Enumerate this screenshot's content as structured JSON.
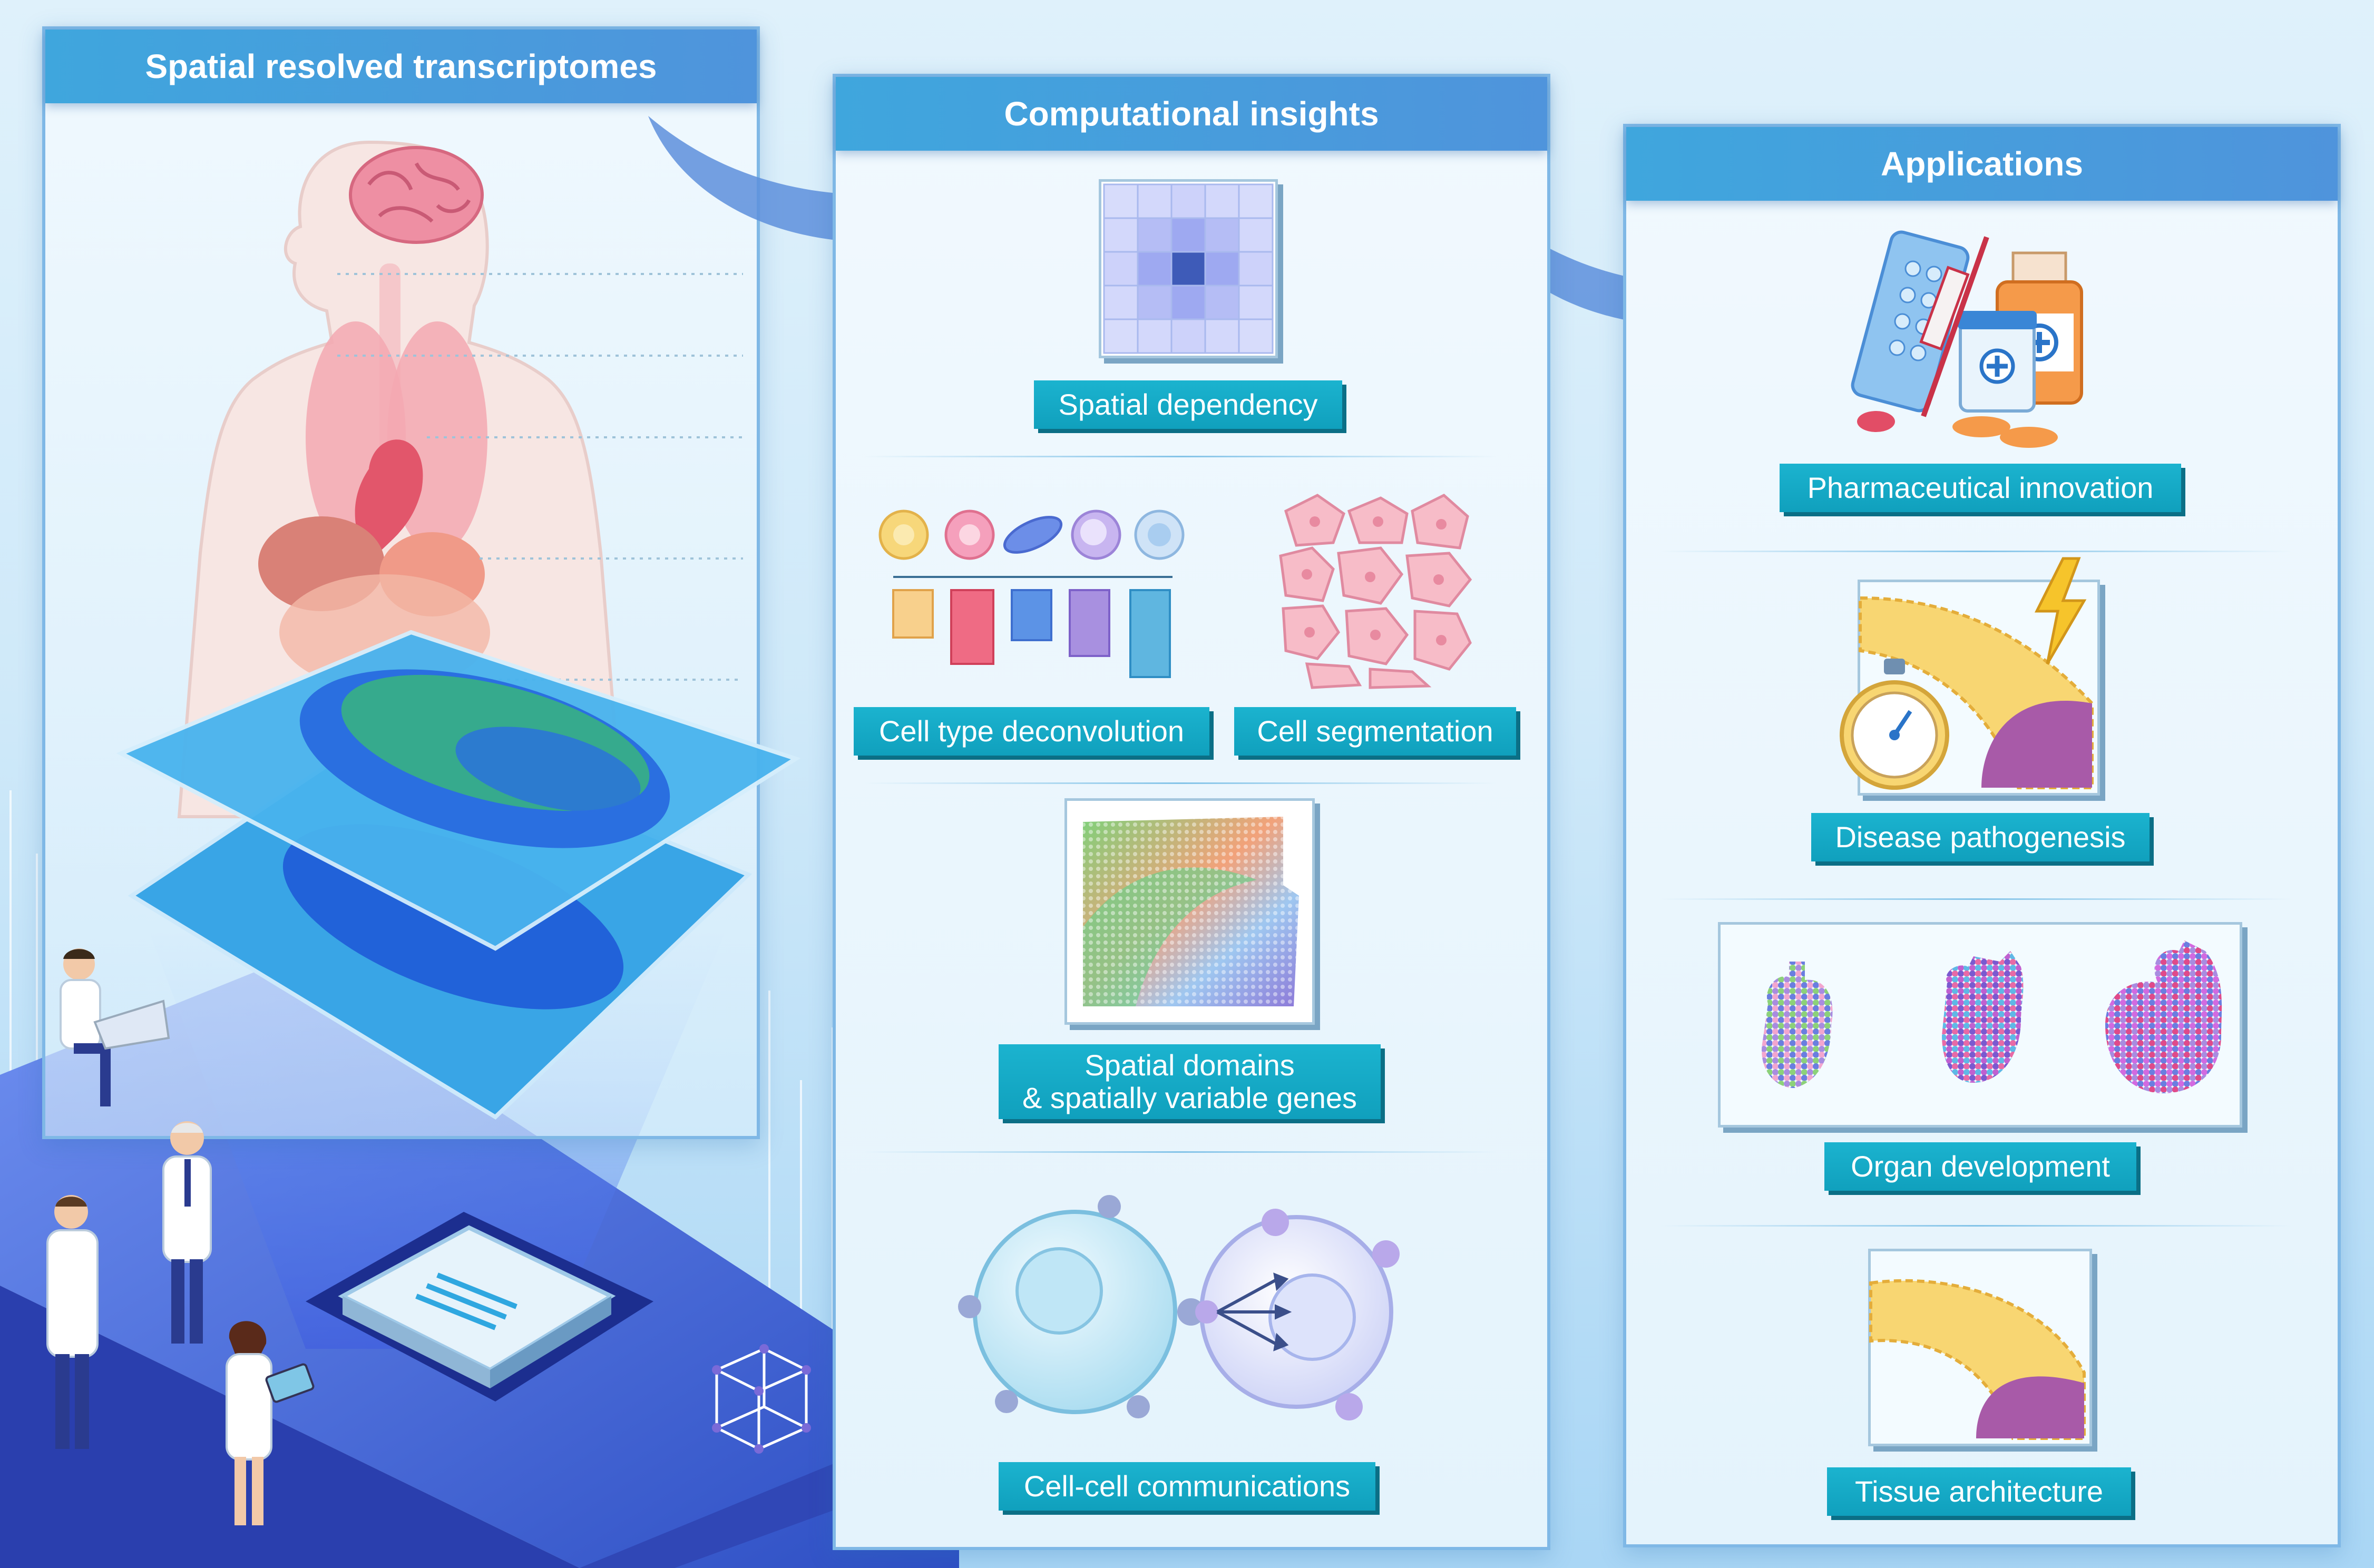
{
  "panels": {
    "left_title": "Spatial resolved transcriptomes",
    "middle_title": "Computational insights",
    "right_title": "Applications"
  },
  "insights": {
    "spatial_dependency": "Spatial dependency",
    "cell_type_deconvolution": "Cell type deconvolution",
    "cell_segmentation": "Cell segmentation",
    "spatial_domains_line1": "Spatial domains",
    "spatial_domains_line2": "& spatially variable genes",
    "cell_cell_communications": "Cell-cell communications"
  },
  "applications": {
    "pharmaceutical": "Pharmaceutical innovation",
    "disease": "Disease pathogenesis",
    "organ": "Organ development",
    "tissue": "Tissue architecture"
  },
  "icons": [
    "brain-icon",
    "human-body-icon",
    "tissue-slide-icon",
    "chip-icon",
    "scientist-icon",
    "arrow-icon",
    "heatmap-grid-icon",
    "cell-types-icon",
    "bar-chart-icon",
    "cell-segmentation-icon",
    "spatial-domain-map-icon",
    "cell-communication-icon",
    "medicine-icon",
    "stopwatch-icon",
    "lightning-icon",
    "organ-development-icon",
    "tissue-architecture-icon"
  ],
  "colors": {
    "header": "#4f94dc",
    "label": "#10a0bd",
    "accent_cyan": "#1bb3cf"
  }
}
